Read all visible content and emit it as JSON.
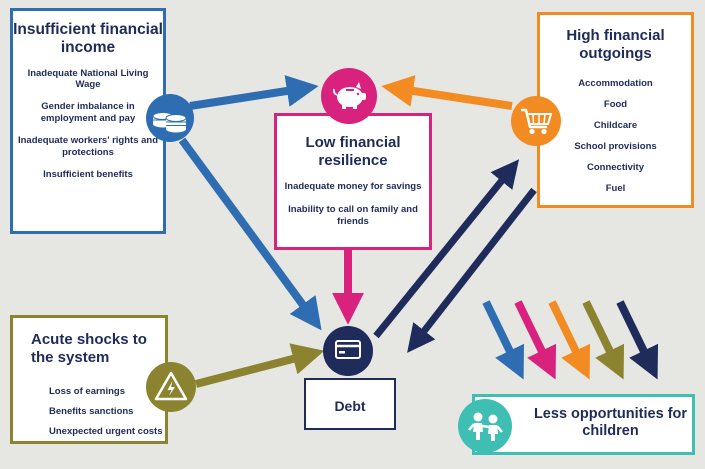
{
  "income": {
    "title": "Insufficient financial income",
    "items": [
      "Inadequate National Living Wage",
      "Gender imbalance in employment and pay",
      "Inadequate workers' rights and protections",
      "Insufficient benefits"
    ]
  },
  "outgoings": {
    "title": "High financial outgoings",
    "items": [
      "Accommodation",
      "Food",
      "Childcare",
      "School provisions",
      "Connectivity",
      "Fuel"
    ]
  },
  "resilience": {
    "title": "Low financial resilience",
    "items": [
      "Inadequate money for savings",
      "Inability to call on family and friends"
    ]
  },
  "shocks": {
    "title": "Acute shocks to the system",
    "items": [
      "Loss of earnings",
      "Benefits sanctions",
      "Unexpected urgent costs"
    ]
  },
  "debt": {
    "title": "Debt"
  },
  "children": {
    "title": "Less opportunities for children"
  },
  "colors": {
    "income": "#2f6db3",
    "outgoings": "#f28b22",
    "resilience": "#d9227e",
    "shocks": "#8c8330",
    "debt": "#1e2b5b",
    "children": "#3fbfb4"
  },
  "icons": {
    "income": "coins-icon",
    "outgoings": "shopping-cart-icon",
    "resilience": "piggy-bank-icon",
    "debt": "credit-card-icon",
    "shocks": "lightning-icon",
    "children": "children-icon"
  }
}
